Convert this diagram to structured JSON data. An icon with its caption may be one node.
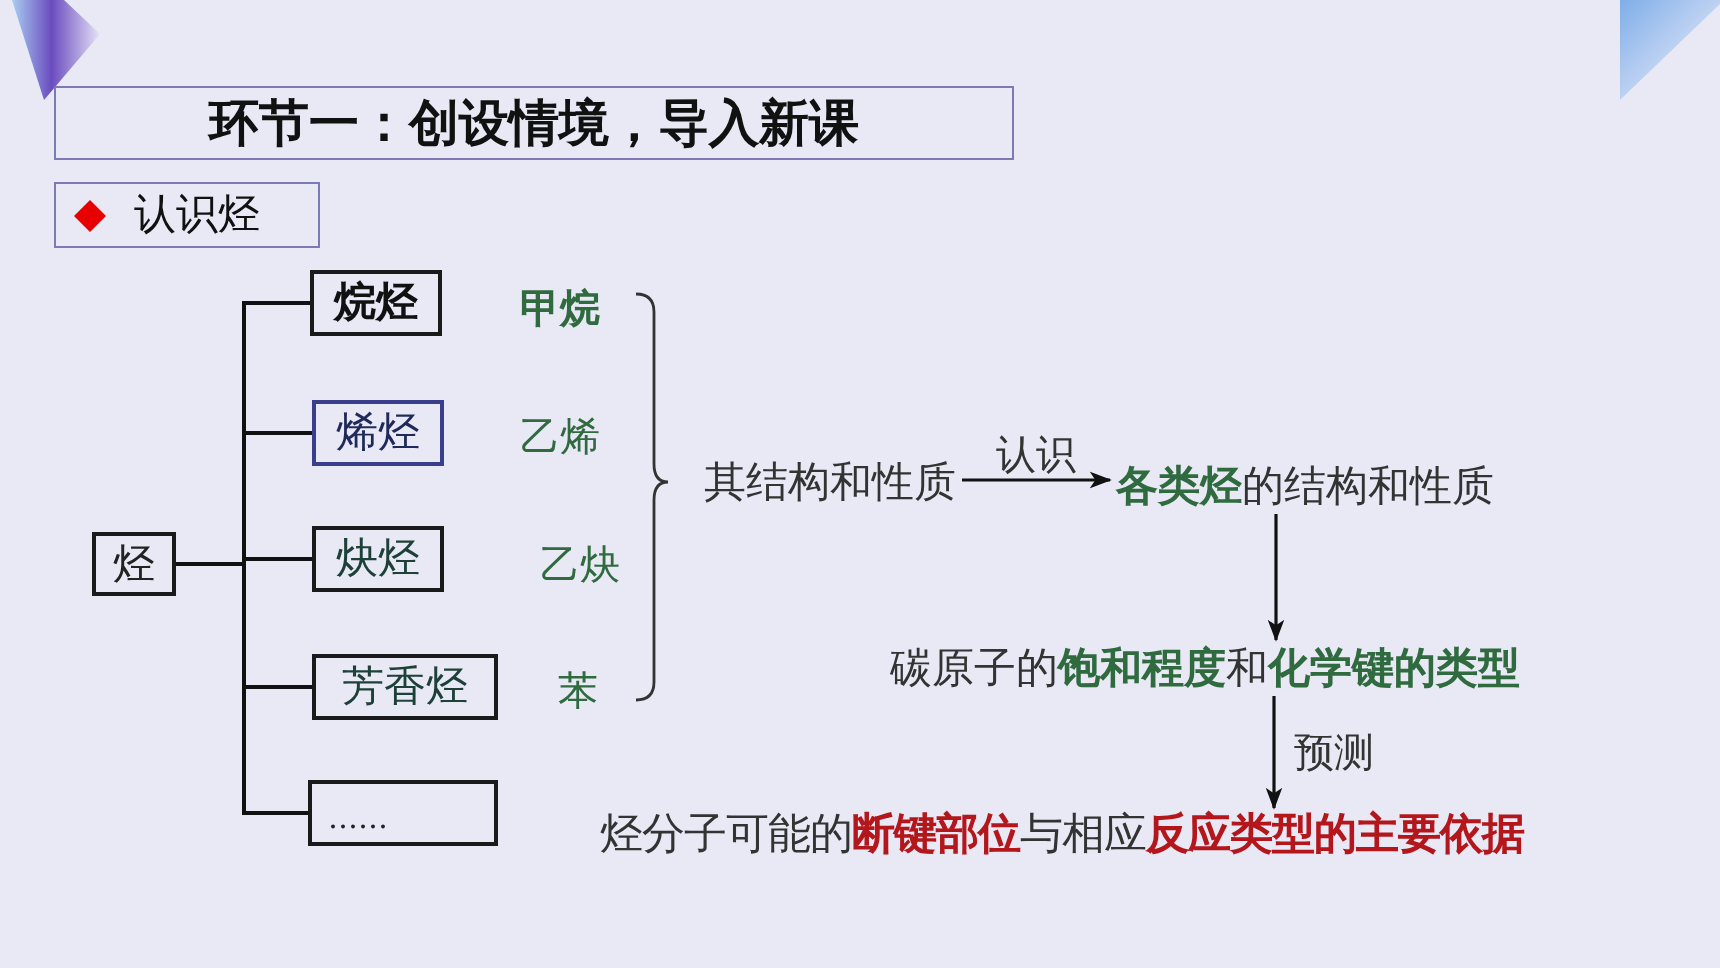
{
  "diagram": {
    "title": "环节一：创设情境，导入新课",
    "nodes": [
      {
        "text": [
          "认识烃"
        ]
      },
      {
        "text": [
          "烃"
        ]
      },
      {
        "text": [
          "烷烃"
        ],
        "beside": [
          "甲烷"
        ]
      },
      {
        "text": [
          "烯烃"
        ],
        "beside": [
          "乙烯"
        ]
      },
      {
        "text": [
          "炔烃"
        ],
        "beside": [
          "乙炔"
        ]
      },
      {
        "text": [
          "芳香烃"
        ],
        "beside": [
          "苯"
        ]
      },
      {
        "text": [
          "……"
        ]
      },
      {
        "text": [
          "其结构和性质"
        ]
      },
      {
        "text": [
          "**各类烃**的结构和性质"
        ]
      },
      {
        "text": [
          "碳原子的**饱和程度**和**化学键的类型**"
        ]
      },
      {
        "text": [
          "烃分子可能的**断键部位**与相应**反应类型的主要依据**"
        ]
      }
    ],
    "edges": [
      {
        "from": 1,
        "to": 2,
        "arrow": "none"
      },
      {
        "from": 1,
        "to": 3,
        "arrow": "none"
      },
      {
        "from": 1,
        "to": 4,
        "arrow": "none"
      },
      {
        "from": 1,
        "to": 5,
        "arrow": "none"
      },
      {
        "from": 1,
        "to": 6,
        "arrow": "none"
      },
      {
        "from": 7,
        "to": 8,
        "arrow": "to",
        "label": "认识"
      },
      {
        "from": 8,
        "to": 9,
        "arrow": "to"
      },
      {
        "from": 9,
        "to": 10,
        "arrow": "to",
        "label": "预测"
      }
    ]
  }
}
